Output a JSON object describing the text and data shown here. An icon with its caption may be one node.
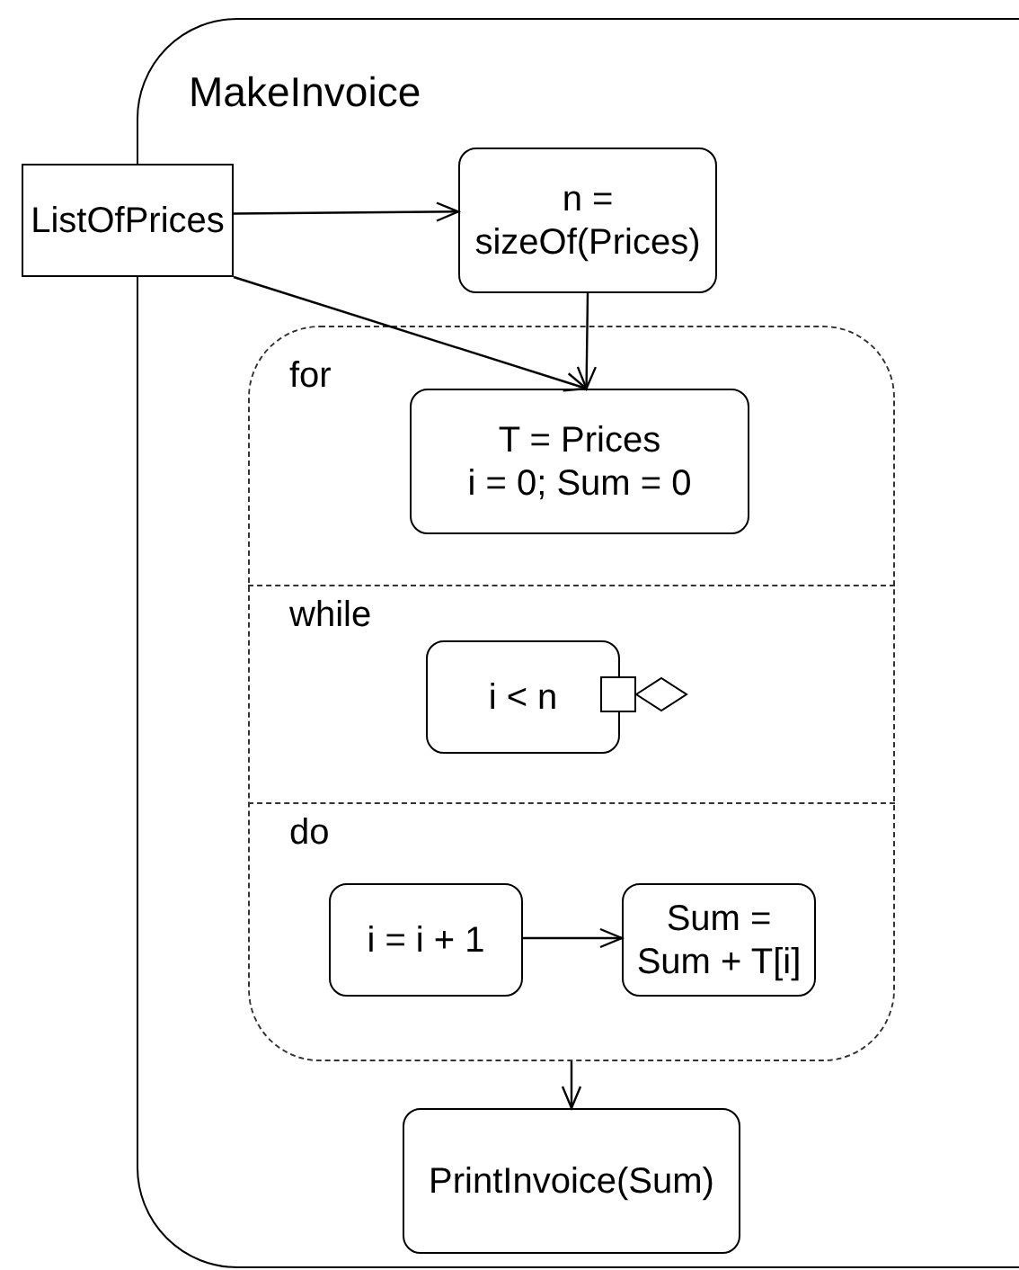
{
  "diagram": {
    "nodes": [
      {
        "text": [
          "MakeInvoice"
        ]
      },
      {
        "text": [
          "ListOfPrices"
        ]
      },
      {
        "text": [
          "n = sizeOf(Prices)"
        ],
        "in": 0
      },
      {
        "text": [],
        "shape": "box",
        "in": 0
      },
      {
        "text": [
          "for"
        ],
        "in": 3
      },
      {
        "text": [
          "T = Prices",
          "i = 0; Sum = 0"
        ],
        "in": 4
      },
      {
        "text": [
          "while"
        ],
        "in": 3
      },
      {
        "text": [
          "i < n"
        ],
        "in": 6
      },
      {
        "text": [
          "do"
        ],
        "in": 3
      },
      {
        "text": [
          "i = i + 1"
        ],
        "in": 8
      },
      {
        "text": [
          "Sum = Sum + T[i]"
        ],
        "in": 8
      },
      {
        "text": [
          "PrintInvoice(Sum)"
        ],
        "in": 0
      }
    ],
    "edges": [
      {
        "from": 1,
        "to": 2,
        "arrow": "to"
      },
      {
        "from": 1,
        "to": 5,
        "arrow": "to"
      },
      {
        "from": 2,
        "to": 5,
        "arrow": "to"
      },
      {
        "from": 9,
        "to": 10,
        "arrow": "to"
      },
      {
        "from": 3,
        "to": 11,
        "arrow": "to"
      }
    ]
  }
}
